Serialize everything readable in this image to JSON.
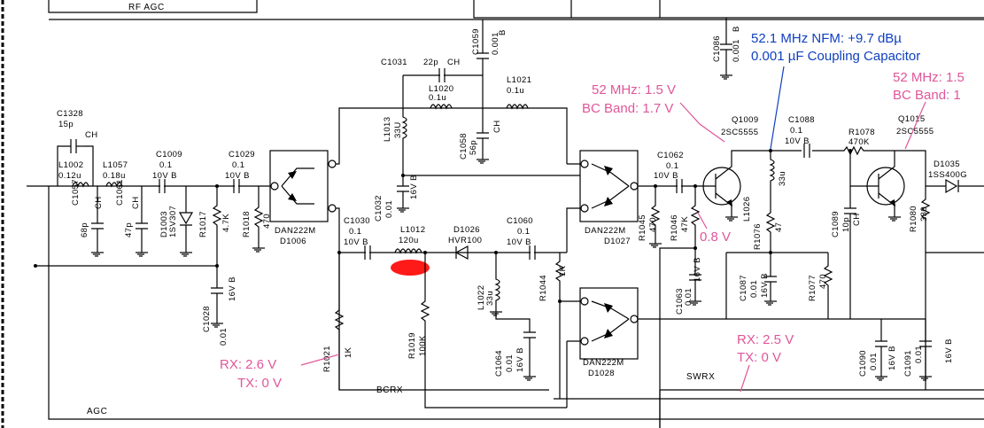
{
  "nets": {
    "rf_agc": "RF AGC",
    "agc": "AGC",
    "bcrx": "BCRX",
    "swrx": "SWRX"
  },
  "components": {
    "c1328": [
      "C1328",
      "15p",
      "CH"
    ],
    "l1002": [
      "L1002",
      "0.12u"
    ],
    "l1057": [
      "L1057",
      "0.18u"
    ],
    "c1009": [
      "C1009",
      "0.1",
      "10V B"
    ],
    "c1029": [
      "C1029",
      "0.1",
      "10V B"
    ],
    "c1057": [
      "C1057",
      "68p",
      "CH"
    ],
    "c1061": [
      "C1061",
      "47p",
      "CH"
    ],
    "d1003": [
      "D1003",
      "1SV307"
    ],
    "r1017": [
      "R1017",
      "4.7K"
    ],
    "r1018": [
      "R1018",
      "470"
    ],
    "d1006": [
      "DAN222M",
      "D1006"
    ],
    "c1028": [
      "C1028",
      "0.01",
      "16V B"
    ],
    "r1021": [
      "R1021",
      "1K"
    ],
    "c1031": [
      "C1031",
      "22p",
      "CH"
    ],
    "l1020": [
      "L1020",
      "0.1u"
    ],
    "l1021": [
      "L1021",
      "0.1u"
    ],
    "c1059": [
      "C1059",
      "0.001",
      "B"
    ],
    "l1013": [
      "L1013",
      "33U"
    ],
    "c1058": [
      "C1058",
      "56p",
      "CH"
    ],
    "c1032": [
      "C1032",
      "0.01",
      "16V B"
    ],
    "c1030": [
      "C1030",
      "0.1",
      "10V B"
    ],
    "l1012": [
      "L1012",
      "120u"
    ],
    "d1026": [
      "D1026",
      "HVR100"
    ],
    "c1060": [
      "C1060",
      "0.1",
      "10V B"
    ],
    "l1022": [
      "L1022",
      "33u"
    ],
    "c1064": [
      "C1064",
      "0.01",
      "16V B"
    ],
    "r1044": [
      "R1044",
      "1K"
    ],
    "r1019": [
      "R1019",
      "100K"
    ],
    "d1027": [
      "DAN222M",
      "D1027"
    ],
    "d1028": [
      "DAN222M",
      "D1028"
    ],
    "c1086": [
      "C1086",
      "0.001",
      "B"
    ],
    "c1062": [
      "C1062",
      "0.1",
      "10V B"
    ],
    "r1045": [
      "R1045",
      "470"
    ],
    "r1046": [
      "R1046",
      "47K"
    ],
    "c1063": [
      "C1063",
      "0.01",
      "16V B"
    ],
    "q1009": [
      "Q1009",
      "2SC5555"
    ],
    "l1026": [
      "L1026",
      "33u"
    ],
    "r1076": [
      "R1076",
      "47"
    ],
    "c1087": [
      "C1087",
      "0.01",
      "16V B"
    ],
    "c1088": [
      "C1088",
      "0.1",
      "10V B"
    ],
    "r1078": [
      "R1078",
      "470K"
    ],
    "q1015": [
      "Q1015",
      "2SC5555"
    ],
    "c1089": [
      "C1089",
      "10p",
      "CH"
    ],
    "r1077": [
      "R1077",
      "470"
    ],
    "r1080": [
      "R1080",
      "330"
    ],
    "d1035": [
      "D1035",
      "1SS400G"
    ],
    "c1090": [
      "C1090",
      "0.01",
      "16V B"
    ],
    "c1091": [
      "C1091",
      "0.01",
      "16V B"
    ]
  },
  "annotations": {
    "pink_52_left": "52 MHz: 1.5 V",
    "pink_bc_left": "BC Band: 1.7 V",
    "pink_52_right": "52 MHz: 1.5",
    "pink_bc_right": "BC Band: 1",
    "pink_08": "0.8 V",
    "pink_rx26": "RX: 2.6 V",
    "pink_tx0_left": "TX: 0 V",
    "pink_rx25": "RX: 2.5 V",
    "pink_tx0_right": "TX: 0 V",
    "blue_nfm": "52.1 MHz NFM: +9.7 dBµ",
    "blue_cap": "0.001 µF Coupling Capacitor"
  },
  "colors": {
    "annotation_pink": "#e0569a",
    "annotation_blue": "#1040c0",
    "highlight_red": "#ff1a1a"
  }
}
